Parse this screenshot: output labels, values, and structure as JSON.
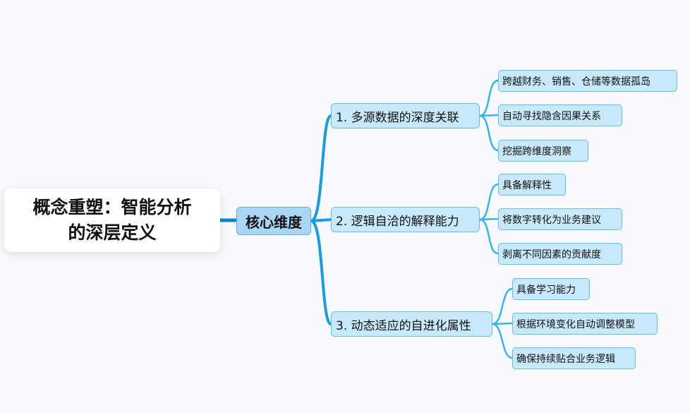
{
  "root": {
    "title_line1": "概念重塑：智能分析",
    "title_line2": "的深层定义"
  },
  "main_topic": "核心维度",
  "branches": [
    {
      "label": "1. 多源数据的深度关联",
      "children": [
        "跨越财务、销售、仓储等数据孤岛",
        "自动寻找隐含因果关系",
        "挖掘跨维度洞察"
      ]
    },
    {
      "label": "2. 逻辑自洽的解释能力",
      "children": [
        "具备解释性",
        "将数字转化为业务建议",
        "剥离不同因素的贡献度"
      ]
    },
    {
      "label": "3. 动态适应的自进化属性",
      "children": [
        "具备学习能力",
        "根据环境变化自动调整模型",
        "确保持续贴合业务逻辑"
      ]
    }
  ],
  "colors": {
    "background": "#f8fafe",
    "connector": "#1a9be0",
    "connector_light": "#37b4ec",
    "main_node": "#a9d6f3",
    "sub_node": "#c8e9fb",
    "node_border": "#65bdeb"
  }
}
